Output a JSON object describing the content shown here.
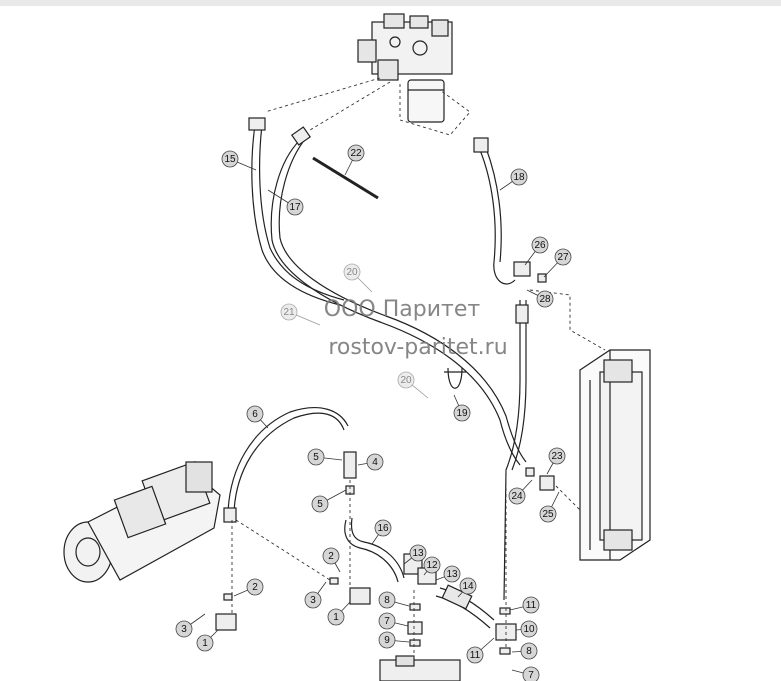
{
  "watermark": {
    "line1": "ООО Паритет",
    "line2": "rostov-paritet.ru"
  },
  "colors": {
    "line": "#222222",
    "dash": "#333333",
    "callout_fill": "#d6d6d6",
    "watermark": "#7a7a7a"
  },
  "callouts": [
    {
      "id": "c15",
      "label": "15"
    },
    {
      "id": "c17",
      "label": "17"
    },
    {
      "id": "c22",
      "label": "22"
    },
    {
      "id": "c18",
      "label": "18"
    },
    {
      "id": "c26",
      "label": "26"
    },
    {
      "id": "c27",
      "label": "27"
    },
    {
      "id": "c28",
      "label": "28"
    },
    {
      "id": "c20a",
      "label": "20"
    },
    {
      "id": "c21",
      "label": "21"
    },
    {
      "id": "c20b",
      "label": "20"
    },
    {
      "id": "c19",
      "label": "19"
    },
    {
      "id": "c6",
      "label": "6"
    },
    {
      "id": "c5a",
      "label": "5"
    },
    {
      "id": "c4",
      "label": "4"
    },
    {
      "id": "c5b",
      "label": "5"
    },
    {
      "id": "c23",
      "label": "23"
    },
    {
      "id": "c24",
      "label": "24"
    },
    {
      "id": "c25",
      "label": "25"
    },
    {
      "id": "c16",
      "label": "16"
    },
    {
      "id": "c2a",
      "label": "2"
    },
    {
      "id": "c13a",
      "label": "13"
    },
    {
      "id": "c12",
      "label": "12"
    },
    {
      "id": "c13b",
      "label": "13"
    },
    {
      "id": "c14",
      "label": "14"
    },
    {
      "id": "c2b",
      "label": "2"
    },
    {
      "id": "c3a",
      "label": "3"
    },
    {
      "id": "c8a",
      "label": "8"
    },
    {
      "id": "c3b",
      "label": "3"
    },
    {
      "id": "c1a",
      "label": "1"
    },
    {
      "id": "c1b",
      "label": "1"
    },
    {
      "id": "c7a",
      "label": "7"
    },
    {
      "id": "c9",
      "label": "9"
    },
    {
      "id": "c11a",
      "label": "11"
    },
    {
      "id": "c10",
      "label": "10"
    },
    {
      "id": "c11b",
      "label": "11"
    },
    {
      "id": "c8b",
      "label": "8"
    },
    {
      "id": "c7b",
      "label": "7"
    }
  ]
}
